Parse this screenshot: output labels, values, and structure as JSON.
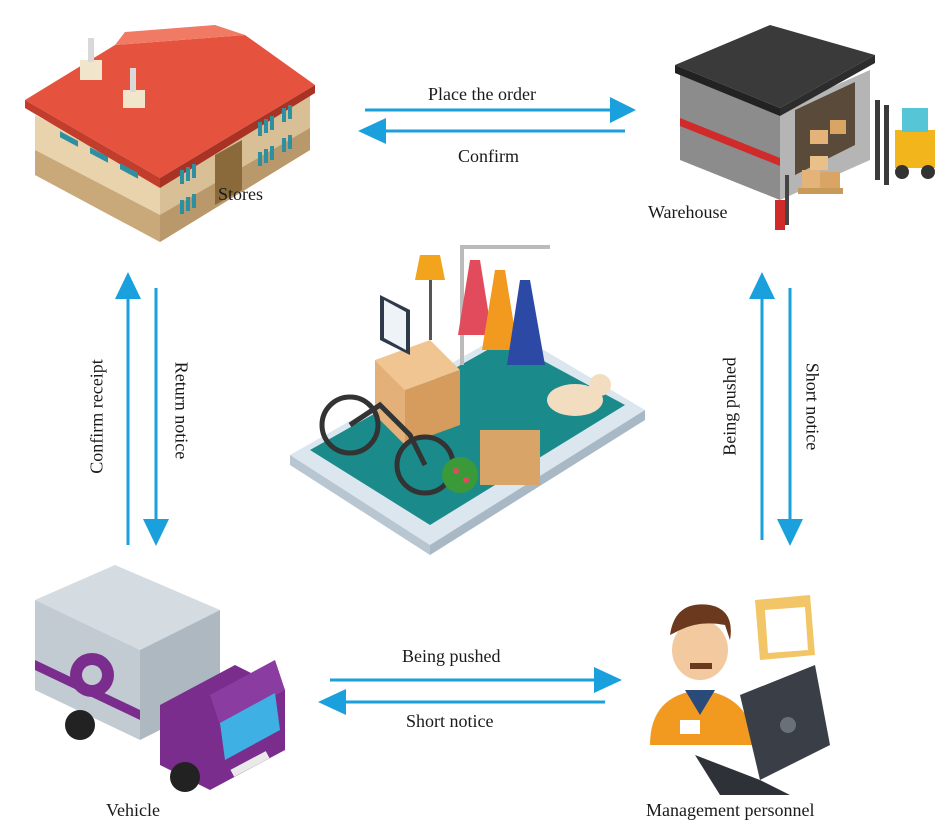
{
  "nodes": {
    "stores": "Stores",
    "warehouse": "Warehouse",
    "vehicle": "Vehicle",
    "management": "Management personnel"
  },
  "edges": {
    "top_right": "Place the order",
    "top_left": "Confirm",
    "left_up": "Confirm receipt",
    "left_down": "Return notice",
    "right_up": "Being pushed",
    "right_down": "Short notice",
    "bottom_right": "Being pushed",
    "bottom_left": "Short notice"
  },
  "colors": {
    "arrow": "#1aa0dd",
    "roof": "#e5533f",
    "truck_purple": "#7b2d8e",
    "shelf_teal": "#1b8a8a"
  }
}
